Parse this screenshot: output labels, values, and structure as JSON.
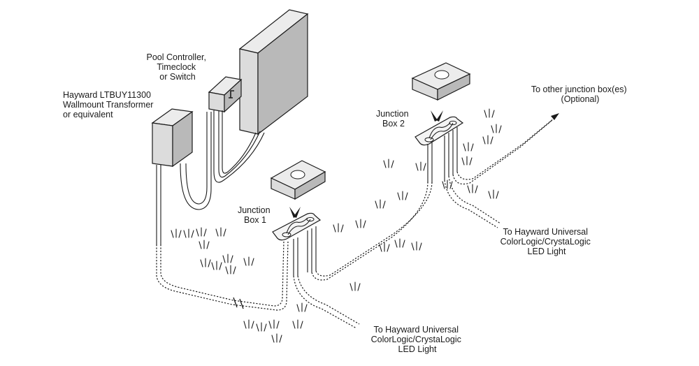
{
  "labels": {
    "transformer": [
      "Hayward LTBUY11300",
      "Wallmount Transformer",
      "or equivalent"
    ],
    "controller": [
      "Pool Controller,",
      "Timeclock",
      "or Switch"
    ],
    "junction_box_1": [
      "Junction",
      "Box 1"
    ],
    "junction_box_2": [
      "Junction",
      "Box 2"
    ],
    "other_boxes": [
      "To other junction box(es)",
      "(Optional)"
    ],
    "light_1": [
      "To Hayward Universal",
      "ColorLogic/CrystaLogic",
      "LED Light"
    ],
    "light_2": [
      "To Hayward Universal",
      "ColorLogic/CrystaLogic",
      "LED Light"
    ]
  }
}
